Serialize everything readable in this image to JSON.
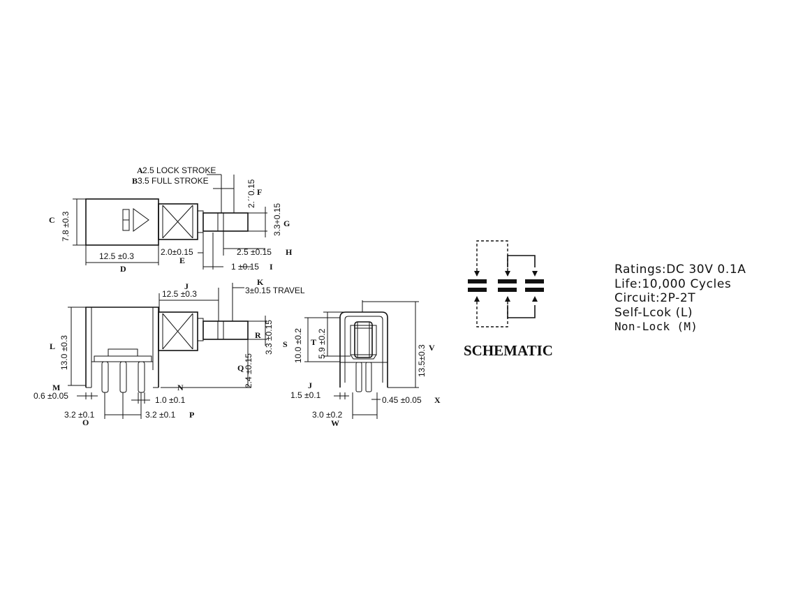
{
  "top_view": {
    "lock_stroke": "2.5 LOCK STROKE",
    "lock_letter": "A",
    "full_stroke": "3.5 FULL STROKE",
    "full_letter": "B",
    "body_height_dim": "7.8 ±0.3",
    "body_height_letter": "C",
    "body_length_dim": "12.5 ±0.3",
    "body_length_letter": "D",
    "collar_dim": "2.0±0.15",
    "collar_letter": "E",
    "stem_top_dim": "2.´´0.15",
    "stem_top_letter": "F",
    "stem_height_dim": "3.3+0.15",
    "stem_height_letter": "G",
    "stem_length_dim": "2.5 ±0.15",
    "stem_length_letter": "H",
    "step_dim": "1 ±0.15",
    "step_letter": "I"
  },
  "side_view": {
    "length_dim": "12.5 ±0.3",
    "length_letter": "J",
    "travel_dim": "3±0.15 TRAVEL",
    "travel_letter": "K",
    "height_dim": "13.0 ±0.3",
    "height_letter": "L",
    "pin_thickness_dim": "0.6 ±0.05",
    "pin_thickness_letter": "M",
    "pin_width_dim": "1.0 ±0.1",
    "pin_width_letter": "N",
    "pitch_left_dim": "3.2 ±0.1",
    "pitch_left_letter": "O",
    "pitch_right_dim": "3.2 ±0.1",
    "pitch_right_letter": "P",
    "stem_height_dim": "3.3 ±0.15",
    "stem_height_letter": "R",
    "stem_offset_dim": "2.4 ±0.15",
    "stem_offset_letter": "Q"
  },
  "front_view": {
    "outer_height_dim": "10.0 ±0.2",
    "outer_height_letter": "S",
    "inner_height_dim": "5.9 ±0.2",
    "inner_height_letter": "T",
    "pin_pitch_dim": "1.5 ±0.1",
    "pin_pitch_letter": "J",
    "pin_thickness_dim": "0.45 ±0.05",
    "pin_thickness_letter": "X",
    "total_height_dim": "13.5±0.3",
    "total_height_letter": "V",
    "width_dim": "3.0 ±0.2",
    "width_letter": "W"
  },
  "schematic": {
    "title": "SCHEMATIC"
  },
  "specs": {
    "ratings": "Ratings:DC 30V 0.1A",
    "life": "Life:10,000 Cycles",
    "circuit": "Circuit:2P-2T",
    "self_lock": "Self-Lcok (L)",
    "non_lock": "Non-Lock (M)"
  }
}
